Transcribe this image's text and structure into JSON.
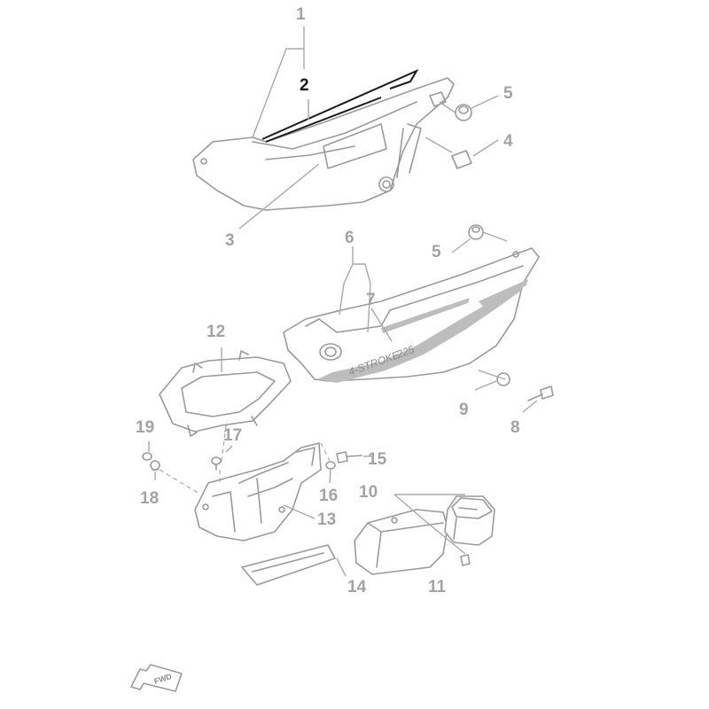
{
  "callouts": {
    "c1": "1",
    "c2": "2",
    "c3": "3",
    "c4": "4",
    "c5a": "5",
    "c5b": "5",
    "c6": "6",
    "c7": "7",
    "c8": "8",
    "c9": "9",
    "c10": "10",
    "c11": "11",
    "c12": "12",
    "c13": "13",
    "c14": "14",
    "c15": "15",
    "c16": "16",
    "c17": "17",
    "c18": "18",
    "c19": "19"
  },
  "decal": {
    "text": "4-STROKE",
    "model": "225"
  },
  "direction_marker": {
    "text": "FWD"
  },
  "colors": {
    "parts": "#9a9a9a",
    "labels": "#a3a3a3",
    "highlight": "#1a1a1a"
  }
}
